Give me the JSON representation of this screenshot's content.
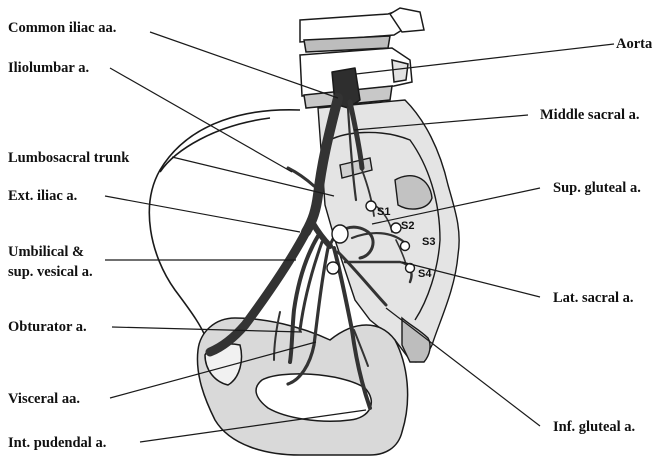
{
  "labels": {
    "common_iliac": "Common iliac aa.",
    "iliolumbar": "Iliolumbar a.",
    "lumbosacral_trunk": "Lumbosacral trunk",
    "ext_iliac": "Ext. iliac a.",
    "umbilical_line1": "Umbilical &",
    "umbilical_line2": "sup. vesical a.",
    "obturator": "Obturator a.",
    "visceral": "Visceral aa.",
    "int_pudendal": "Int. pudendal a.",
    "aorta": "Aorta",
    "middle_sacral": "Middle sacral a.",
    "sup_gluteal": "Sup. gluteal a.",
    "lat_sacral": "Lat. sacral a.",
    "inf_gluteal": "Inf. gluteal a."
  },
  "segments": {
    "s1": "S1",
    "s2": "S2",
    "s3": "S3",
    "s4": "S4"
  },
  "colors": {
    "artery": "#3a3a3a",
    "bone_shade": "#c9c9c9",
    "bone_light": "#e6e6e6",
    "outline": "#1a1a1a"
  }
}
